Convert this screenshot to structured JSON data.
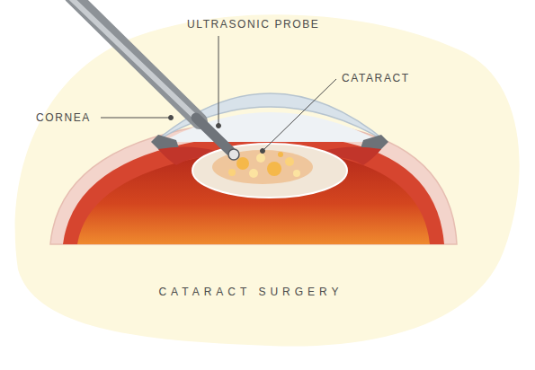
{
  "diagram": {
    "caption": "CATARACT SURGERY",
    "labels": [
      "ULTRASONIC PROBE",
      "CATARACT",
      "CORNEA"
    ]
  }
}
